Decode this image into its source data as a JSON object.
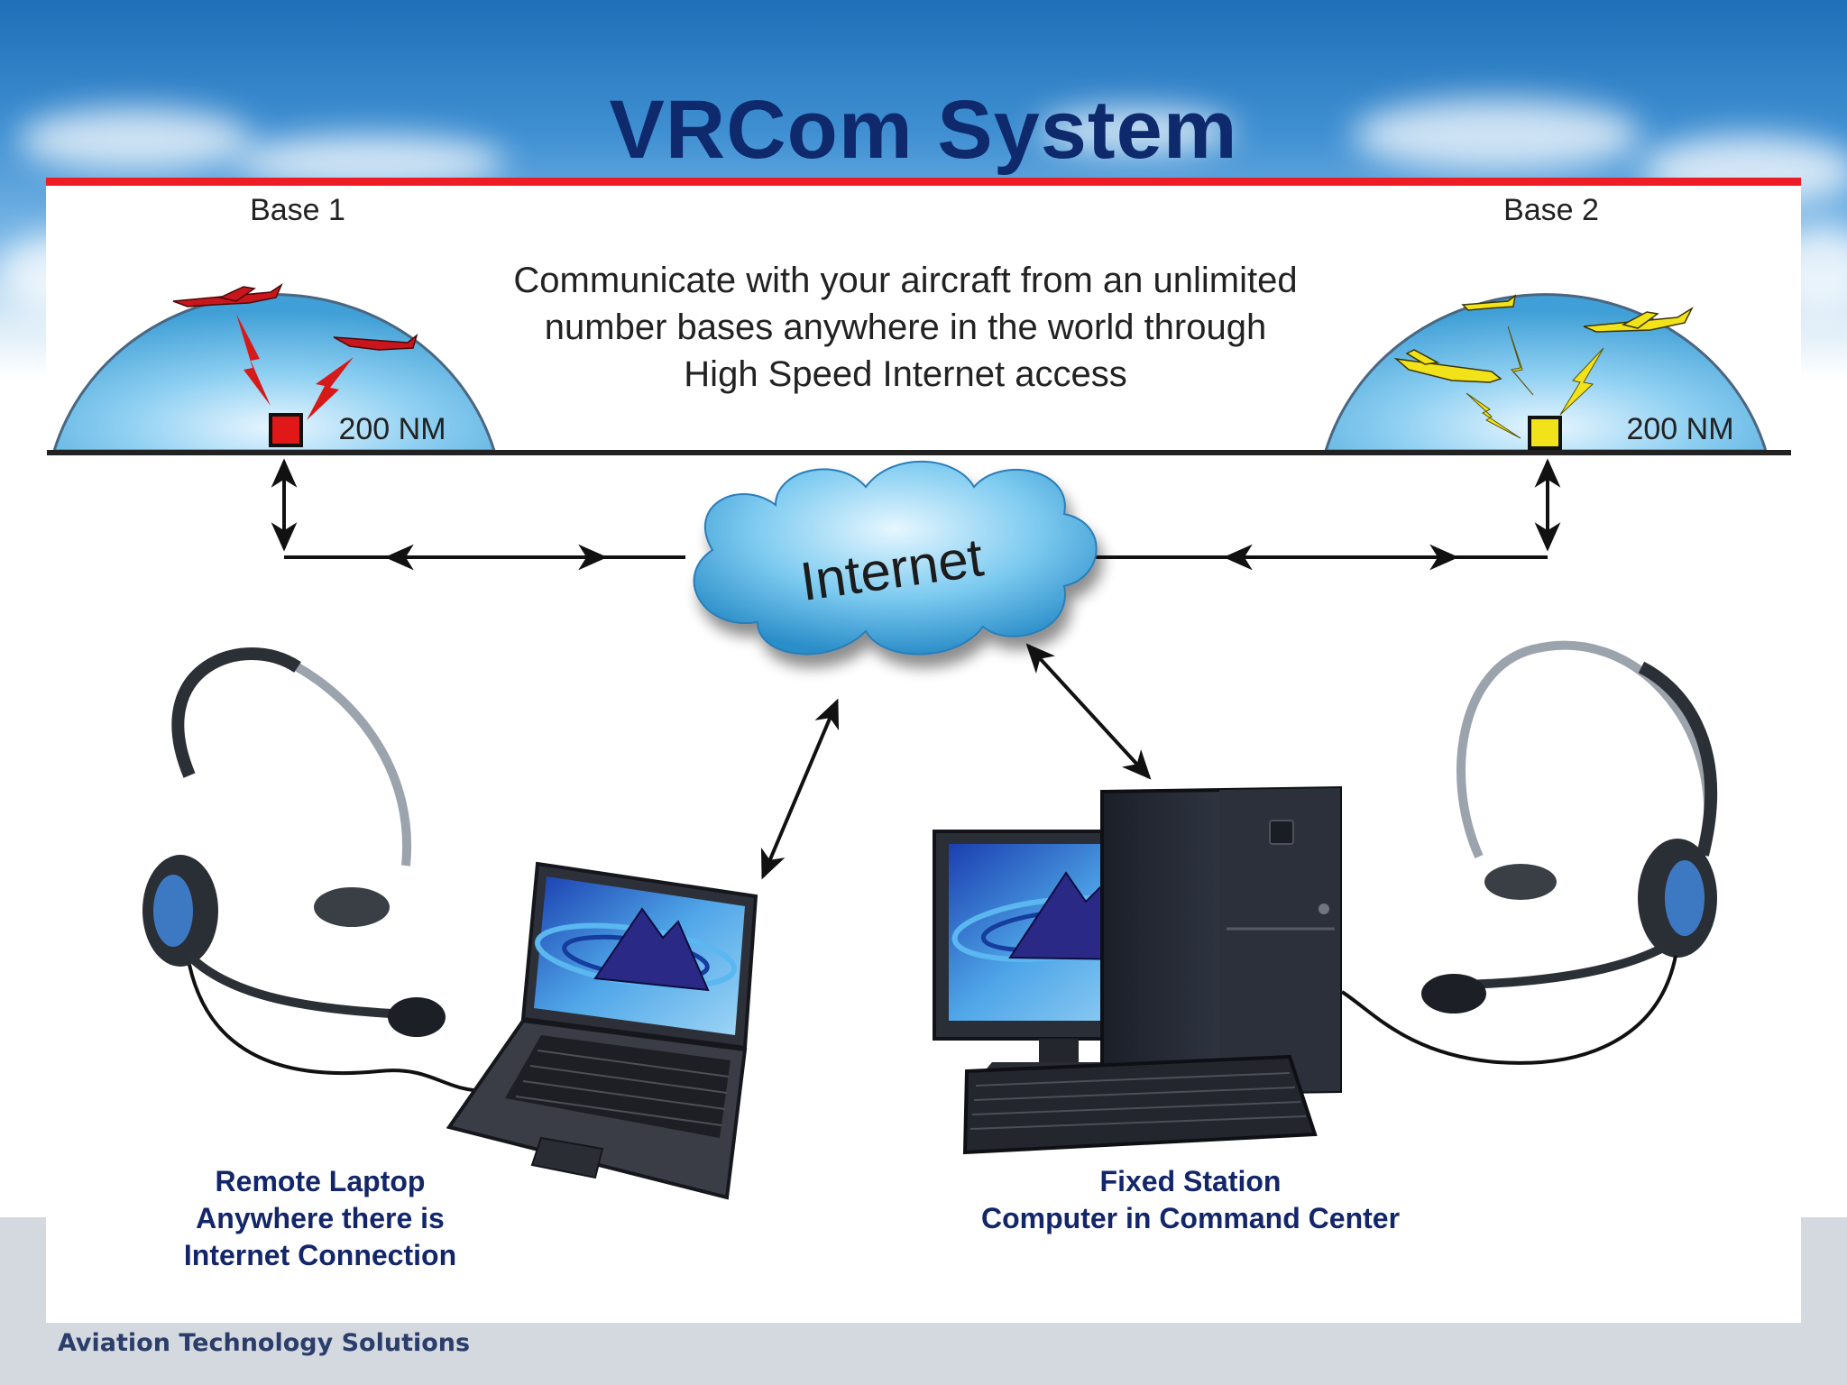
{
  "slide": {
    "title": "VRCom System",
    "footer": "Aviation Technology Solutions"
  },
  "diagram": {
    "base1_label": "Base 1",
    "base2_label": "Base 2",
    "base1_range": "200 NM",
    "base2_range": "200 NM",
    "description": [
      "Communicate with your aircraft from an unlimited",
      "number bases anywhere in the world through",
      "High Speed Internet access"
    ],
    "cloud_label": "Internet",
    "laptop_caption": [
      "Remote Laptop",
      "Anywhere there is",
      "Internet Connection"
    ],
    "station_caption": [
      "Fixed Station",
      "Computer in Command Center"
    ],
    "colors": {
      "title": "#0f2a6c",
      "red_rule": "#ee1c25",
      "base1_marker": "#e01818",
      "base2_marker": "#f2e21a",
      "dome": "#5fb3e0",
      "cloud": "#56b4e3"
    }
  }
}
